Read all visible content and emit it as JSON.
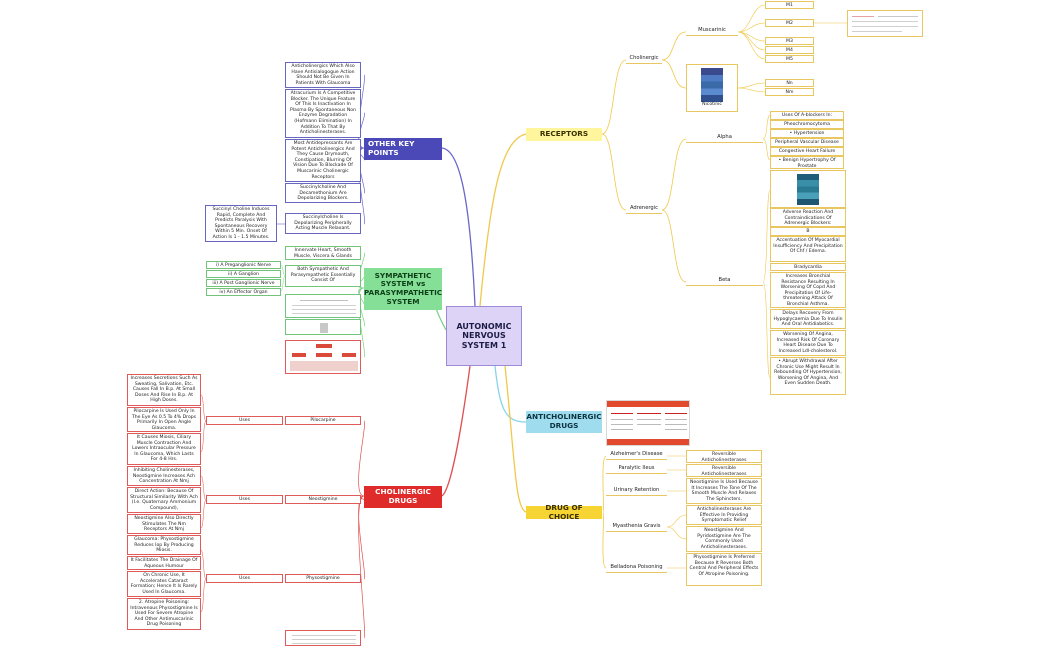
{
  "central": "AUTONOMIC NERVOUS SYSTEM 1",
  "branches": {
    "receptors": "RECEPTORS",
    "other": "OTHER KEY POINTS",
    "sympathetic": "SYMPATHETIC SYSTEM vs PARASYMPATHETIC SYSTEM",
    "anticholinergic": "ANTICHOLINERGIC DRUGS",
    "drug_choice": "DRUG OF CHOICE",
    "cholinergic": "CHOLINERGIC DRUGS"
  },
  "receptors": {
    "cholinergic": "Cholinergic",
    "muscarinic": "Muscarinic",
    "m": [
      "M1",
      "M2",
      "M3",
      "M4",
      "M5"
    ],
    "nicotinic": "Nicotinic",
    "n": [
      "Nn",
      "Nm"
    ],
    "adrenergic": "Adrenergic",
    "alpha": "Alpha",
    "alpha_items": [
      "Uses Of A-blockers In:",
      "Pheochromocytoma",
      "• Hypertension",
      "Peripheral Vascular Disease",
      "Congestive Heart Failure",
      "• Benign Hypertrophy Of Prostate"
    ],
    "beta": "Beta",
    "beta_items": [
      "Adverse Reaction And Contraindications Of Adrenergic Blockers:",
      "B",
      "Accentuation Of Myocardial Insufficiency And Precipitation Of Chf / Edema.",
      "Bradycardia",
      "Increases Bronchial Resistance Resulting In Worsening Of Copd And Precipitation Of Life-threatening Attack Of Bronchial Asthma.",
      "Delays Recovery From Hypoglycaemia Due To Insulin And Oral Antidiabetics.",
      "Worsening Of Angina, Increased Risk Of Coronary Heart Disease Due To Increased Ldl-cholesterol.",
      "• Abrupt Withdrawal After Chronic Use Might Result In Rebounding Of Hypertension, Worsening Of Angina, And Even Sudden Death."
    ]
  },
  "other": {
    "items": [
      "Anticholinergics Which Also Have Antisialogogue Action Should Not Be Given In Patients With Glaucoma",
      "Atracurium Is A Competitive Blocker. The Unique Feature Of This Is Inactivation In Plasma By Spontaneous Non Enzyme Degradation (Hofmann Elimination) In Addition To That By Anticholinesterases.",
      "Most Antidepressants Are Potent Anticholinergics And They Cause Drymouth, Constipation, Blurring Of Vision Due To Blockade Of Muscarinic Cholinergic Receptors",
      "Succinylcholine And Decamethonium Are Depolarizing Blockers.",
      "Succinylcholine Is Depolarizing Peripherally Acting Muscle Relaxant."
    ],
    "succinyl_note": "Succinyl Choline Induces Rapid, Complete And Predicts Paralysis With Spontaneous Recovery Within 5 Min. Onset Of Action Is 1 - 1.5 Minutes."
  },
  "sympathetic": {
    "innervate": "Innervate Heart, Smooth Muscle, Viscera & Glands",
    "both": "Both Sympathetic And Parasympathetic Essentially Consist Of",
    "parts": [
      "i) A Preganglionic Nerve",
      "ii) A Ganglion",
      "iii) A Post Ganglionic Nerve",
      "iv) An Effector Organ"
    ]
  },
  "doc": {
    "items": [
      {
        "disease": "Alzheimer's Disease",
        "drug": "Reversible Anticholinesterases"
      },
      {
        "disease": "Paralytic Ileus",
        "drug": "Reversible Anticholinesterases"
      },
      {
        "disease": "Urinary Retention",
        "drug": "Neostigmine Is Used Because It Increases The Tone Of The Smooth Muscle And Relaxes The Sphincters."
      },
      {
        "disease": "Myasthenia Gravis",
        "drug": "Anticholinesterases Are Effective In Providing Symptomatic Relief"
      },
      {
        "disease": "",
        "drug": "Neostigmine And Pyridostigmine Are The Commonly Used Anticholinesterases."
      },
      {
        "disease": "Belladona Poisoning",
        "drug": "Physostigmine Is Preferred Because It Reverses Both Central And Peripheral Effects Of Atropine Poisoning."
      }
    ]
  },
  "cholinergic": {
    "uses": "Uses",
    "drugs": [
      "Pilocarpine",
      "Neostigmine",
      "Physostigmine"
    ],
    "notes": [
      "Increases Secretions Such As Sweating, Salivation, Etc. Causes Fall In B.p. At Small Doses And Rise In B.p. At High Doses.",
      "Pilocarpine Is Used Only In The Eye As 0.5 To 4% Drops Primarily In Open Angle Glaucoma.",
      "It Causes Miosis, Ciliary Muscle Contraction And Lowers Intraocular Pressure In Glaucoma, Which Lasts For 4-8 Hrs.",
      "Inhibiting Cholinesterases, Neostigmine Increases Ach Concentration At Nmj",
      "Direct Action: Because Of Structural Similarity With Ach (I.e. Quaternary Ammonium Compound),",
      "Neostigmine Also Directly Stimulates The Nm Receptors At Nmj",
      "Glaucoma: Physostigmine Reduces Iop By Producing Miosis.",
      "It Facilitates The Drainage Of Aqueous Humour",
      "On Chronic Use, It Accelerates Cataract Formation; Hence It Is Rarely Used In Glaucoma.",
      "2. Atropine Poisoning: Intravenous Physostigmine Is Used For Severe Atropine And Other Antimuscarinic Drug Poisoning"
    ]
  },
  "colors": {
    "receptors": "#fff59d",
    "other": "#4b48b8",
    "sympathetic": "#86df97",
    "anticholinergic": "#9fdcee",
    "drug_choice": "#f6d434",
    "cholinergic": "#e02b2b",
    "central": "#ddd3f7"
  }
}
